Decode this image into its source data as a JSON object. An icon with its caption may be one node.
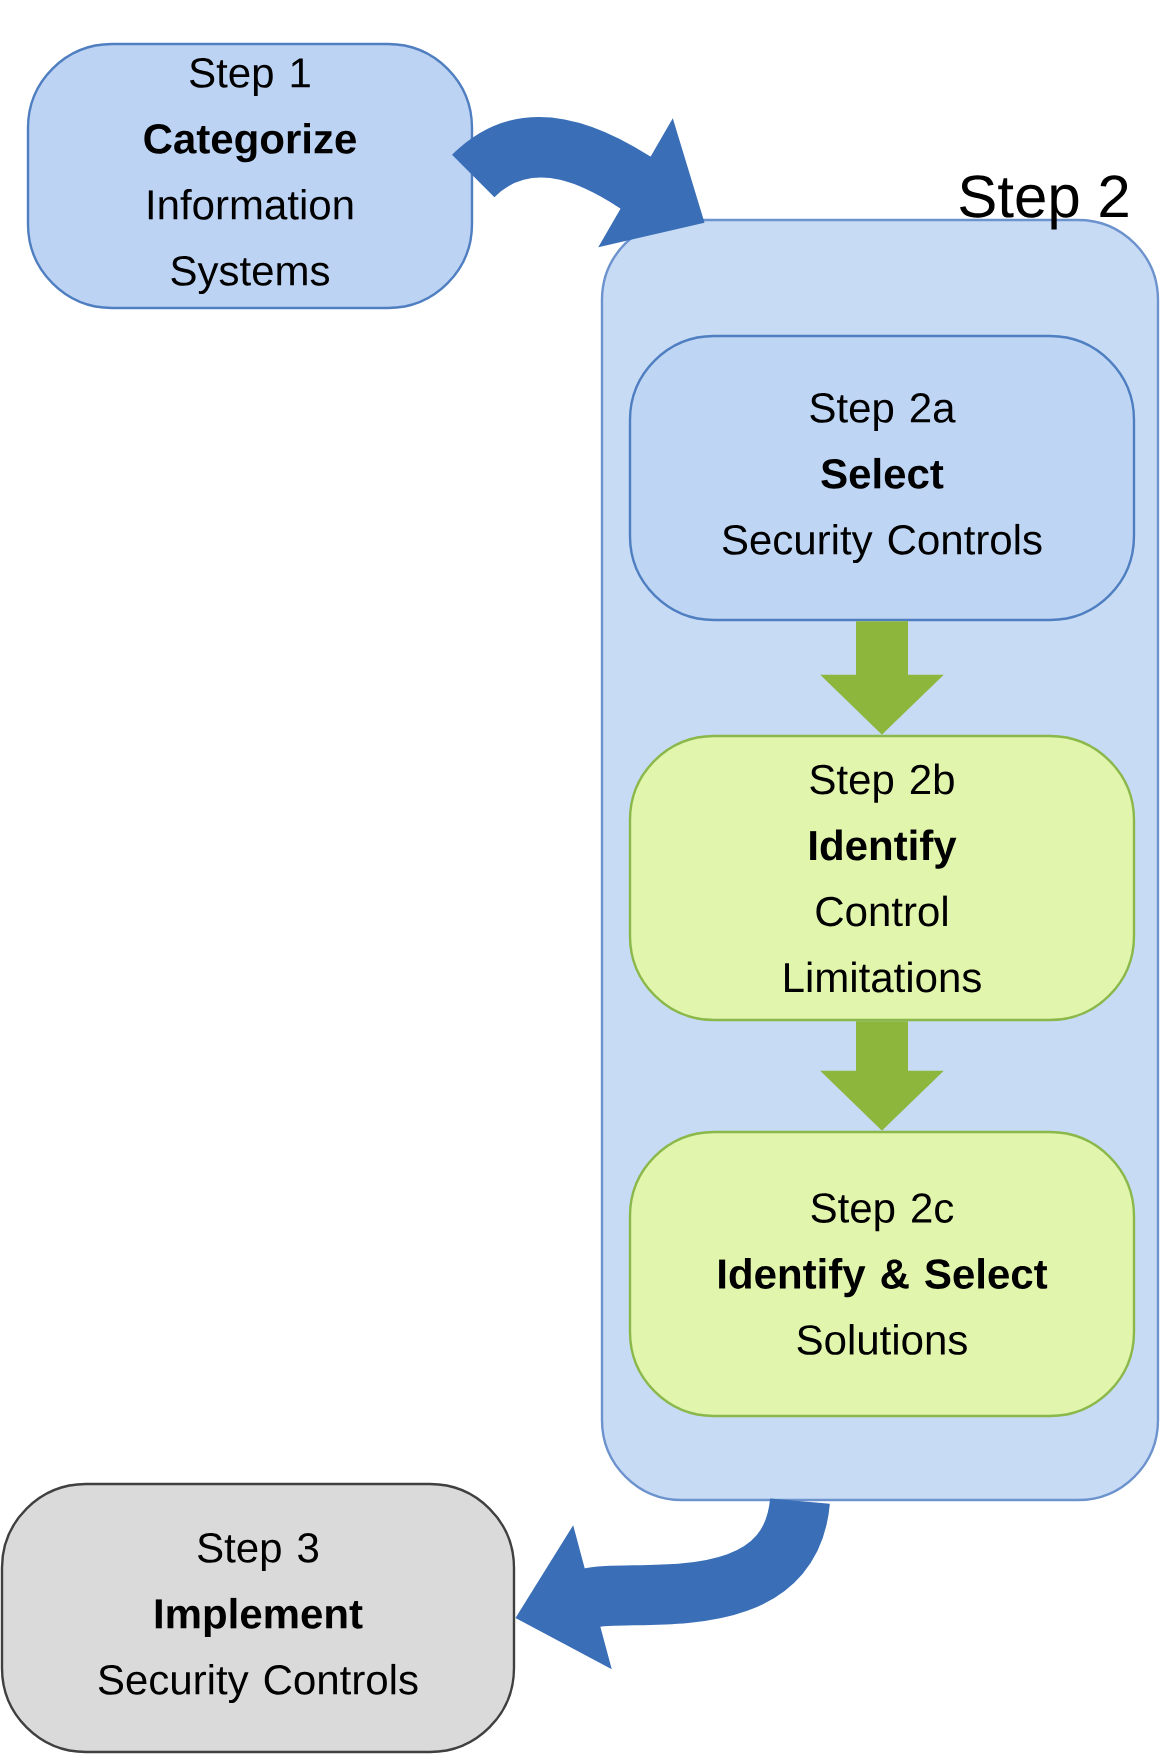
{
  "diagram": {
    "nodes": [
      {
        "text": [
          "Step 1",
          "Categorize",
          "Information Systems"
        ]
      },
      {
        "text": [
          "Step 2"
        ]
      },
      {
        "text": [
          "Step 2a",
          "Select",
          "Security Controls"
        ],
        "in": 1
      },
      {
        "text": [
          "Step 2b",
          "Identify",
          "Control Limitations"
        ],
        "in": 1
      },
      {
        "text": [
          "Step 2c",
          "Identify & Select",
          "Solutions"
        ],
        "in": 1
      },
      {
        "text": [
          "Step 3",
          "Implement",
          "Security Controls"
        ]
      }
    ],
    "edges": [
      {
        "from": 0,
        "to": 1,
        "arrow": "to",
        "color": "#3a6fb8"
      },
      {
        "from": 2,
        "to": 3,
        "arrow": "to",
        "color": "#8cb63c"
      },
      {
        "from": 3,
        "to": 4,
        "arrow": "to",
        "color": "#8cb63c"
      },
      {
        "from": 1,
        "to": 5,
        "arrow": "to",
        "color": "#3a6fb8"
      }
    ]
  }
}
